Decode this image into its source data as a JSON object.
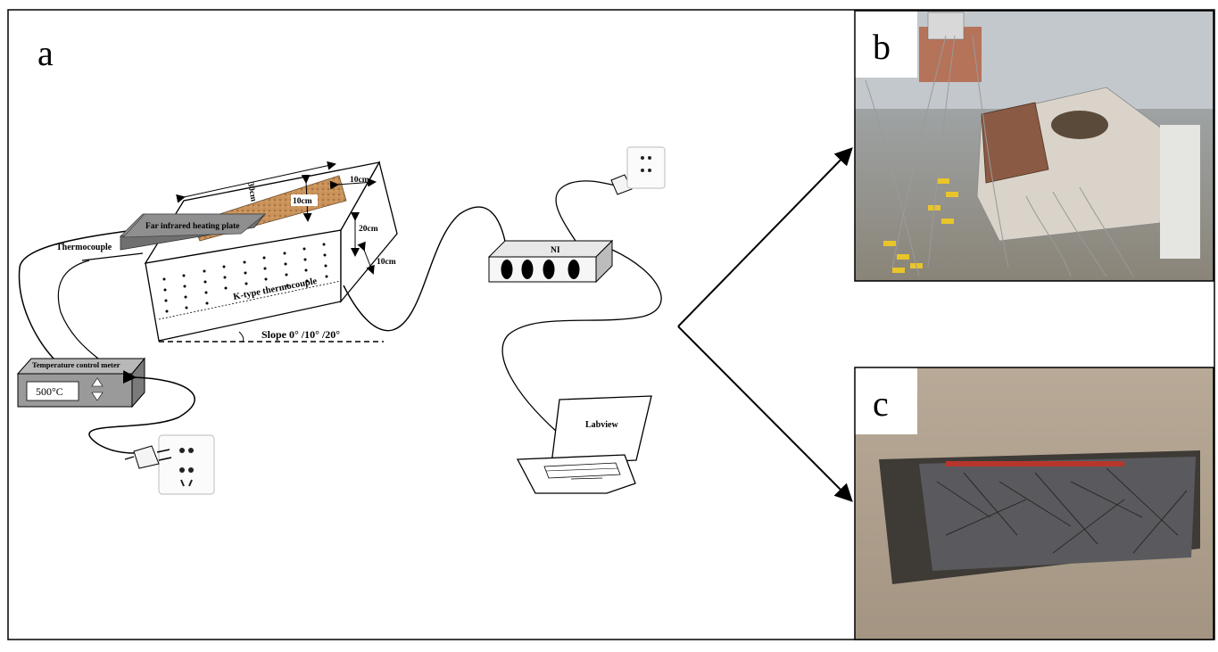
{
  "panels": {
    "a": "a",
    "b": "b",
    "c": "c"
  },
  "labels": {
    "heating_plate": "Far infrared heating plate",
    "thermocouple": "Thermocouple",
    "k_type": "K-type thermocouple",
    "slope": "Slope  0°  /10°  /20°",
    "dim_30cm": "30cm",
    "dim_10cm_depth": "10cm",
    "dim_10cm_top": "10cm",
    "dim_20cm": "20cm",
    "dim_10cm_side": "10cm",
    "temp_meter": "Temperature control meter",
    "temp_value": "500°C",
    "ni": "NI",
    "labview": "Labview"
  },
  "colors": {
    "plate": "#8f8f8f",
    "fuel_bed": "#c9925a",
    "meter": "#9a9a9a",
    "line": "#000000"
  }
}
